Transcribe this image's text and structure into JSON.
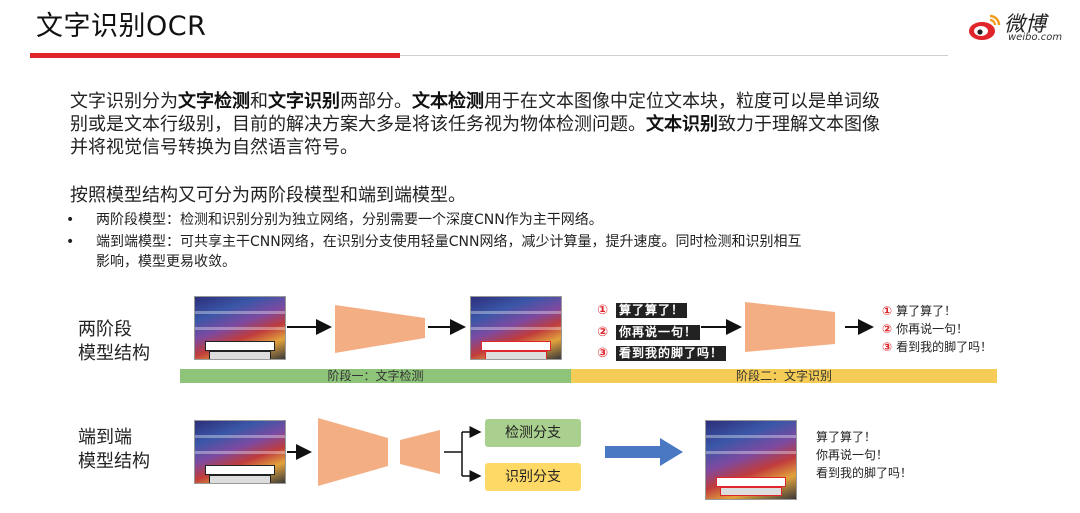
{
  "header": {
    "title": "文字识别OCR",
    "brand_name": "微博",
    "brand_domain": "weibo.com"
  },
  "intro": {
    "p1_a": "文字识别分为",
    "p1_b": "文字检测",
    "p1_c": "和",
    "p1_d": "文字识别",
    "p1_e": "两部分。",
    "p1_f": "文本检测",
    "p1_g": "用于在文本图像中定位文本块，粒度可以是单词级",
    "p2": "别或是文本行级别，目前的解决方案大多是将该任务视为物体检测问题。",
    "p2_b": "文本识别",
    "p2_c": "致力于理解文本图像",
    "p3": "并将视觉信号转换为自然语言符号。"
  },
  "models": {
    "heading": "按照模型结构又可分为两阶段模型和端到端模型。",
    "bullets": [
      {
        "text": "两阶段模型：检测和识别分别为独立网络，分别需要一个深度CNN作为主干网络。"
      },
      {
        "text": "端到端模型：可共享主干CNN网络，在识别分支使用轻量CNN网络，减少计算量，提升速度。同时检测和识别相互"
      },
      {
        "text": "影响，模型更易收敛。"
      }
    ]
  },
  "diagram_two_stage": {
    "label_line1": "两阶段",
    "label_line2": "模型结构",
    "crops": [
      {
        "num": "①",
        "text": "算了算了！"
      },
      {
        "num": "②",
        "text": "你再说一句！"
      },
      {
        "num": "③",
        "text": "看到我的脚了吗！"
      }
    ],
    "results": [
      {
        "num": "①",
        "text": "算了算了！"
      },
      {
        "num": "②",
        "text": "你再说一句！"
      },
      {
        "num": "③",
        "text": "看到我的脚了吗！"
      }
    ],
    "stage1": "阶段一：文字检测",
    "stage2": "阶段二：文字识别",
    "stage1_color": "#8dc479",
    "stage2_color": "#f5cc55"
  },
  "diagram_end_to_end": {
    "label_line1": "端到端",
    "label_line2": "模型结构",
    "branch_detect": "检测分支",
    "branch_recog": "识别分支",
    "detect_color": "#a9d08e",
    "recog_color": "#ffd966",
    "results": [
      "算了算了！",
      "你再说一句！",
      "看到我的脚了吗！"
    ]
  },
  "colors": {
    "accent_red": "#e0252b",
    "trapezoid": "#f4ae84",
    "arrow_blue": "#4a78c2"
  }
}
